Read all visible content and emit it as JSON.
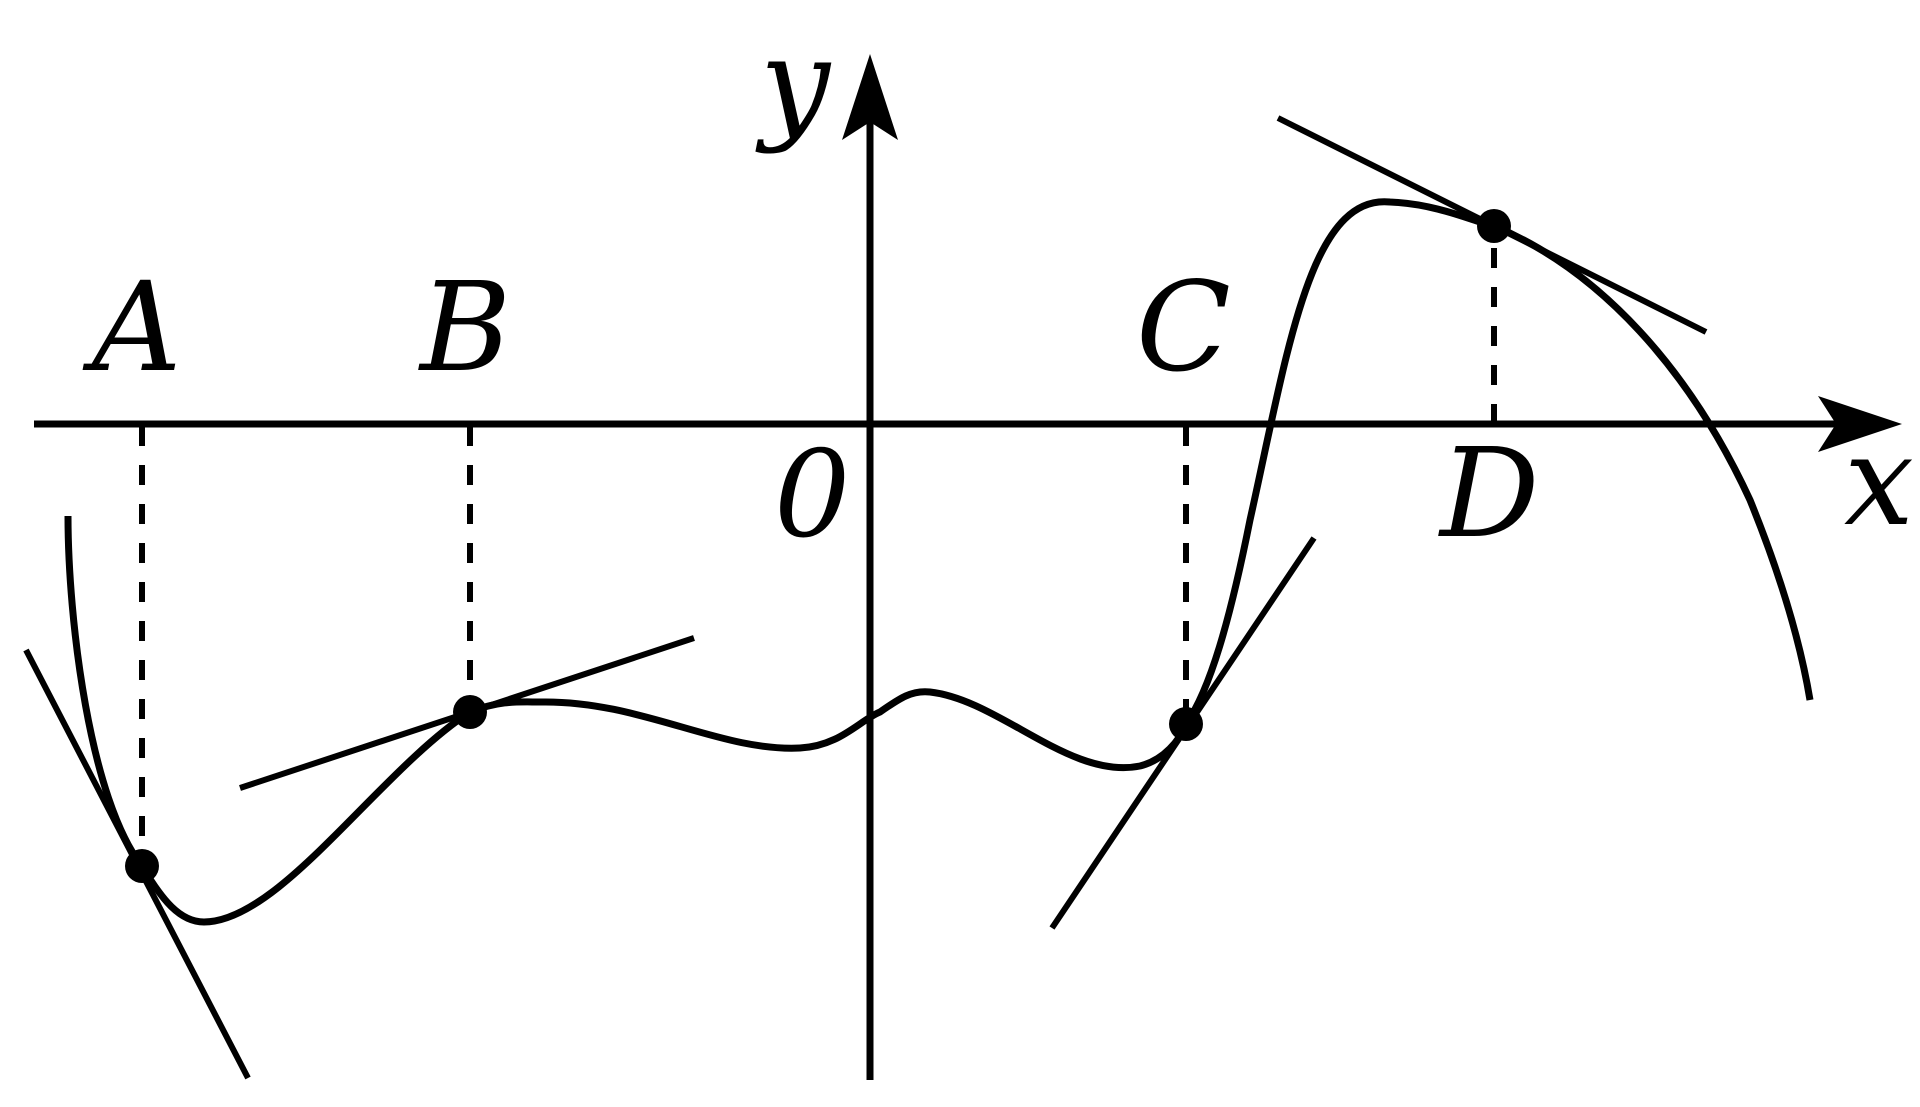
{
  "diagram": {
    "labels": {
      "y_axis": "y",
      "x_axis": "x",
      "origin": "0",
      "point_a": "A",
      "point_b": "B",
      "point_c": "C",
      "point_d": "D"
    },
    "colors": {
      "stroke": "#000000",
      "background": "#ffffff"
    }
  }
}
